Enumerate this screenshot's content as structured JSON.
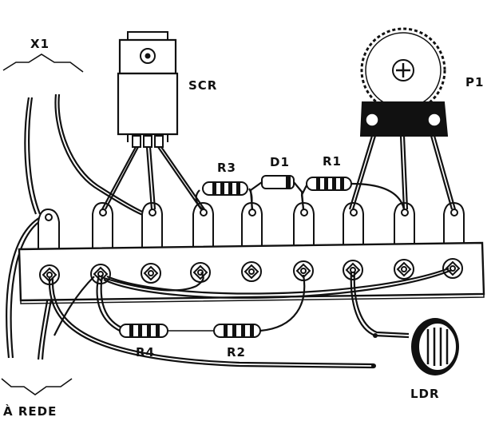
{
  "labels": {
    "x1": "X1",
    "scr": "SCR",
    "p1": "P1",
    "r3": "R3",
    "d1": "D1",
    "r1": "R1",
    "r4": "R4",
    "r2": "R2",
    "ldr": "LDR",
    "rede": "À REDE"
  },
  "icons": {
    "scr": "scr-thyristor-icon",
    "potentiometer": "potentiometer-icon",
    "resistor": "resistor-icon",
    "diode": "diode-icon",
    "ldr": "ldr-photoresistor-icon",
    "terminal_strip": "terminal-strip-icon"
  },
  "colors": {
    "ink": "#111111",
    "paper": "#ffffff"
  }
}
